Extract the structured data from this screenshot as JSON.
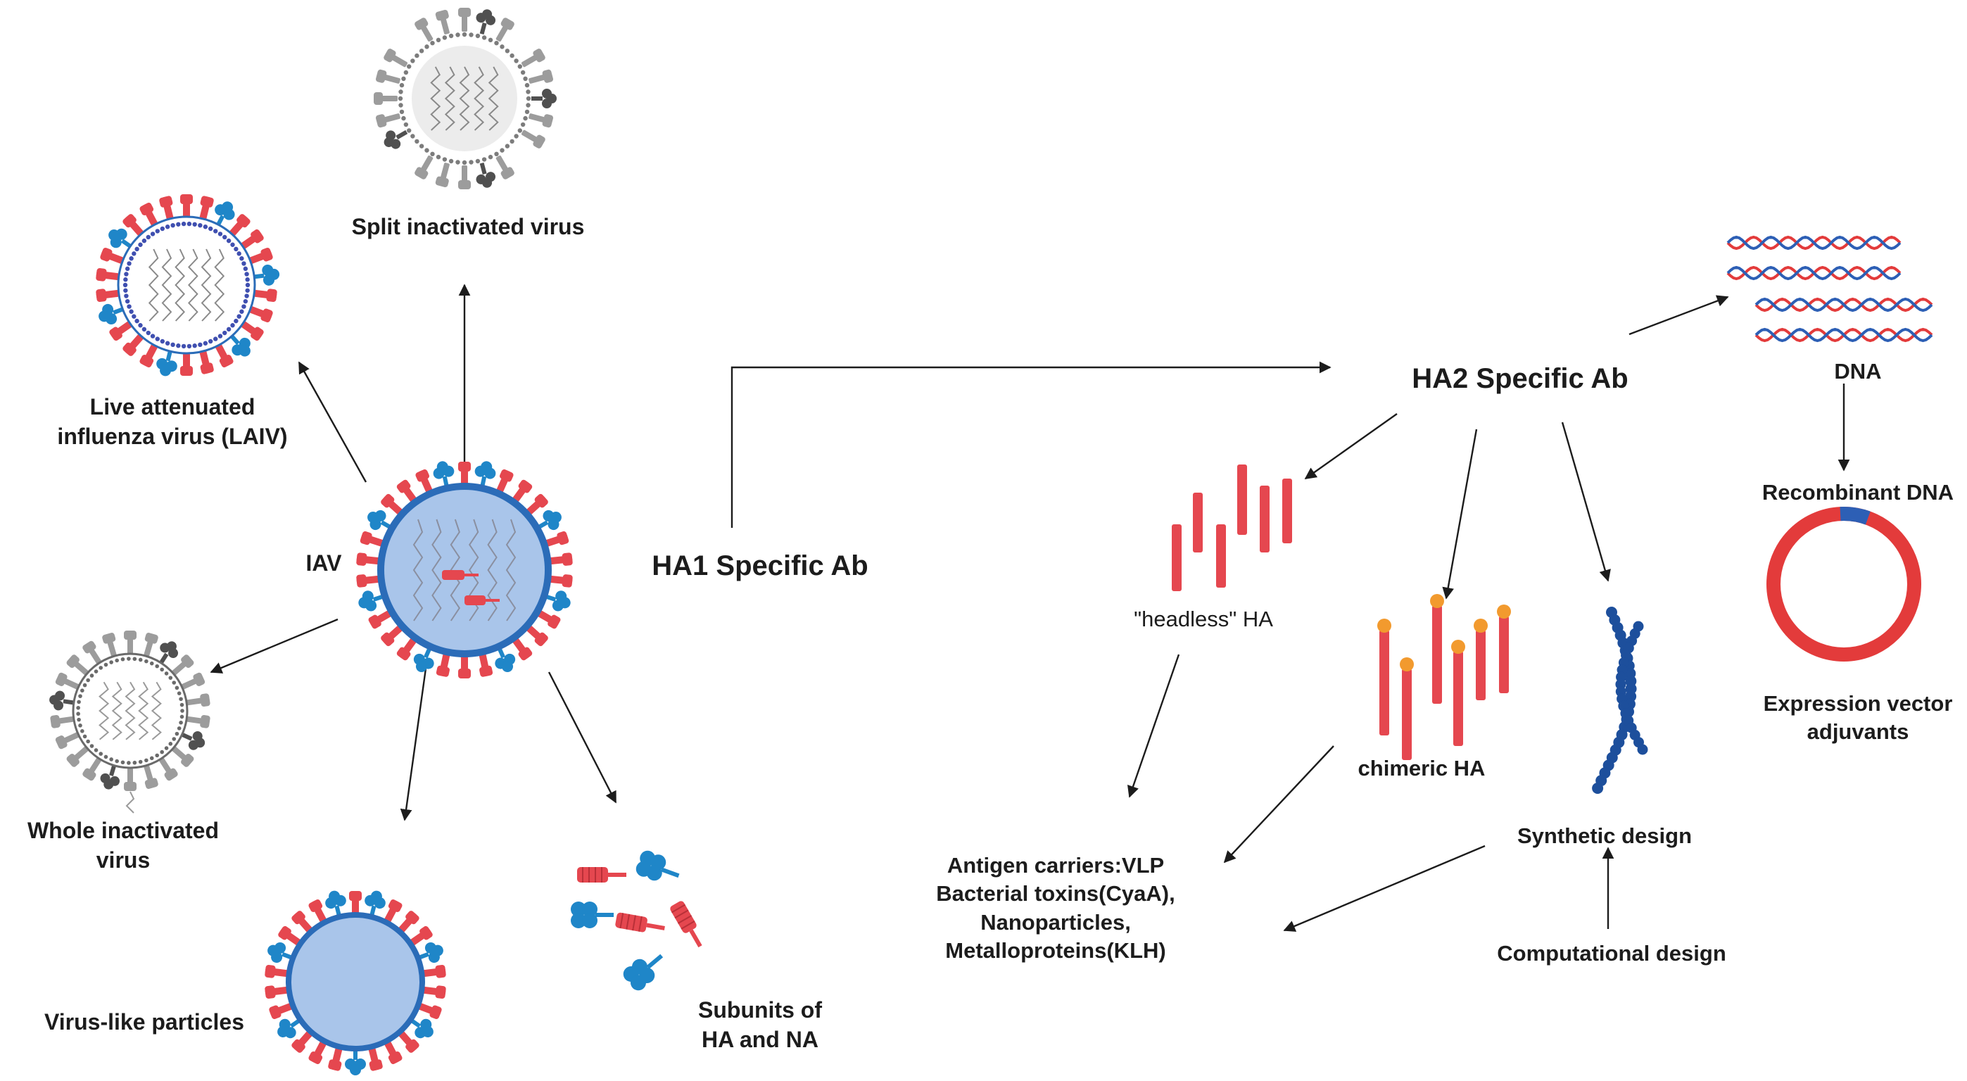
{
  "labels": {
    "split_inactivated": "Split inactivated virus",
    "laiv": "Live attenuated\ninfluenza virus (LAIV)",
    "iav": "IAV",
    "whole_inactivated": "Whole inactivated\nvirus",
    "vlp": "Virus-like particles",
    "subunits": "Subunits of\nHA and NA",
    "ha1_ab": "HA1 Specific Ab",
    "ha2_ab": "HA2 Specific Ab",
    "dna": "DNA",
    "recombinant_dna": "Recombinant DNA",
    "expression_vector": "Expression vector\nadjuvants",
    "headless_ha": "\"headless\" HA",
    "chimeric_ha": "chimeric HA",
    "synthetic_design": "Synthetic design",
    "computational_design": "Computational design",
    "antigen_carriers": "Antigen carriers:VLP\nBacterial toxins(CyaA),\nNanoparticles,\nMetalloproteins(KLH)"
  },
  "colors": {
    "ha_red": "#e5474f",
    "na_blue": "#1f86c8",
    "membrane_blue": "#2b6cb8",
    "core_blue": "#a9c5ea",
    "grey_spike": "#9c9c9c",
    "dark_grey_spike": "#505050",
    "orange_head": "#f29a2e",
    "dna_red": "#e33b3b",
    "dna_blue": "#2d5fb5",
    "bead_blue": "#1d4f9c"
  },
  "icons": [
    "virus-particle-icon",
    "ha-protein-icon",
    "na-protein-icon",
    "dna-helix-icon",
    "plasmid-ring-icon",
    "bead-chain-icon"
  ]
}
